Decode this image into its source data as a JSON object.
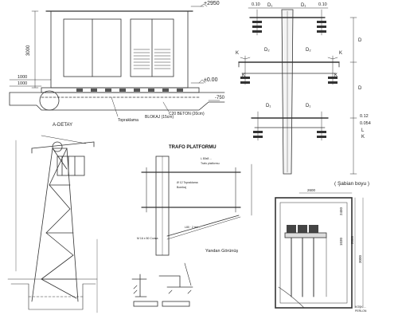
{
  "substation": {
    "height_label": "3000",
    "top_label": "+2950",
    "zero_label": "±0.00",
    "minus_label": "-750",
    "dim_left_1": "1000",
    "dim_left_2": "1000",
    "detail_label": "A-DETAY",
    "grounding_label": "Topraklama",
    "block_label": "BLOKAJ (15cm)",
    "concrete_label": "C20 BETON (20cm)"
  },
  "pole": {
    "labels": [
      "0.10",
      "0.10",
      "D₁",
      "D₁",
      "K",
      "K",
      "D₂",
      "D₂",
      "K",
      "K",
      "D",
      "D",
      "D₁",
      "D₁",
      "0.12",
      "0.054",
      "L",
      "K"
    ],
    "caption": "( Şabian boyu )"
  },
  "platform": {
    "title": "TRAFO PLATFORMU",
    "side_view": "Yandan Görünüş",
    "notes": [
      "L 80x8 ...",
      "Trafo platformu",
      "Ø 12 Topraklama",
      "Bombaj",
      "L80 · 2 tek ...",
      "M 16 x 50 Cıvata"
    ]
  },
  "kiosk": {
    "dims": [
      "2600",
      "2450",
      "1030",
      "2800",
      "3000"
    ],
    "caption_1": "KÖŞK ...",
    "caption_2": "PERLON"
  }
}
